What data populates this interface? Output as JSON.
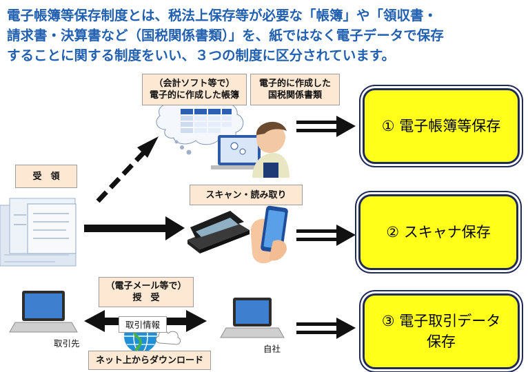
{
  "headline": {
    "line1": "電子帳簿等保存制度とは、税法上保存等が必要な「帳簿」や「領収書・",
    "line2": "請求書・決算書など（国税関係書類）」を、紙ではなく電子データで保存",
    "line3": "することに関する制度をいい、３つの制度に区分されています。"
  },
  "labels": {
    "receive": "受　領",
    "software_line1": "（会計ソフト等で）",
    "software_line2": "電子的に作成した帳簿",
    "documents_line1": "電子的に作成した",
    "documents_line2": "国税関係書類",
    "scan": "スキャン・読み取り",
    "email_line1": "（電子メール等で）",
    "email_line2": "授　受",
    "trade_info": "取引情報",
    "download": "ネット上からダウンロード",
    "partner": "取引先",
    "own_company": "自社"
  },
  "results": {
    "r1": "① 電子帳簿等保存",
    "r2": "② スキャナ保存",
    "r3_line1": "③ 電子取引データ",
    "r3_line2": "保存"
  },
  "colors": {
    "headline": "#2160b0",
    "result_fill": "#ffff1a",
    "result_border": "#1f2a5a",
    "tag_fill": "#fde9d3"
  }
}
